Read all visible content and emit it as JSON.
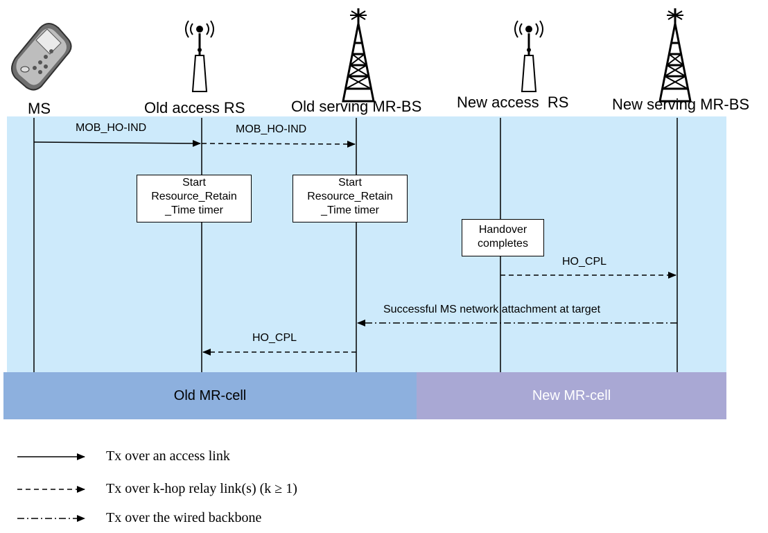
{
  "entities": [
    {
      "id": "ms",
      "label": "MS",
      "icon": "mobile-phone-icon"
    },
    {
      "id": "old-rs",
      "label": "Old access RS",
      "icon": "relay-station-antenna-icon"
    },
    {
      "id": "old-bs",
      "label": "Old serving MR-BS",
      "icon": "base-station-tower-icon"
    },
    {
      "id": "new-rs",
      "label": "New access  RS",
      "icon": "relay-station-antenna-icon"
    },
    {
      "id": "new-bs",
      "label": "New serving MR-BS",
      "icon": "base-station-tower-icon"
    }
  ],
  "messages": [
    {
      "label": "MOB_HO-IND",
      "from": "MS",
      "to": "Old access RS",
      "link": "access"
    },
    {
      "label": "MOB_HO-IND",
      "from": "Old access RS",
      "to": "Old serving MR-BS",
      "link": "relay"
    },
    {
      "label": "HO_CPL",
      "from": "New access  RS",
      "to": "New serving MR-BS",
      "link": "relay"
    },
    {
      "label": "Successful MS network attachment at target",
      "from": "New serving MR-BS",
      "to": "Old serving MR-BS",
      "link": "backbone"
    },
    {
      "label": "HO_CPL",
      "from": "Old serving MR-BS",
      "to": "Old access RS",
      "link": "relay"
    }
  ],
  "boxes": [
    {
      "lines": [
        "Start",
        "Resource_Retain",
        "_Time timer"
      ]
    },
    {
      "lines": [
        "Start",
        "Resource_Retain",
        "_Time timer"
      ]
    },
    {
      "lines": [
        "Handover",
        "completes"
      ]
    }
  ],
  "cells": [
    {
      "label": "Old MR-cell",
      "color": "#8db0de",
      "text_color": "#000000"
    },
    {
      "label": "New MR-cell",
      "color": "#a9a8d4",
      "text_color": "#ffffff"
    }
  ],
  "background_color": "#cdeafb",
  "legend": [
    {
      "style": "solid",
      "label": "Tx over an access link"
    },
    {
      "style": "dashed",
      "label": "Tx over k-hop relay link(s) (k ≥ 1)"
    },
    {
      "style": "dash-dot",
      "label": "Tx over the wired backbone"
    }
  ]
}
